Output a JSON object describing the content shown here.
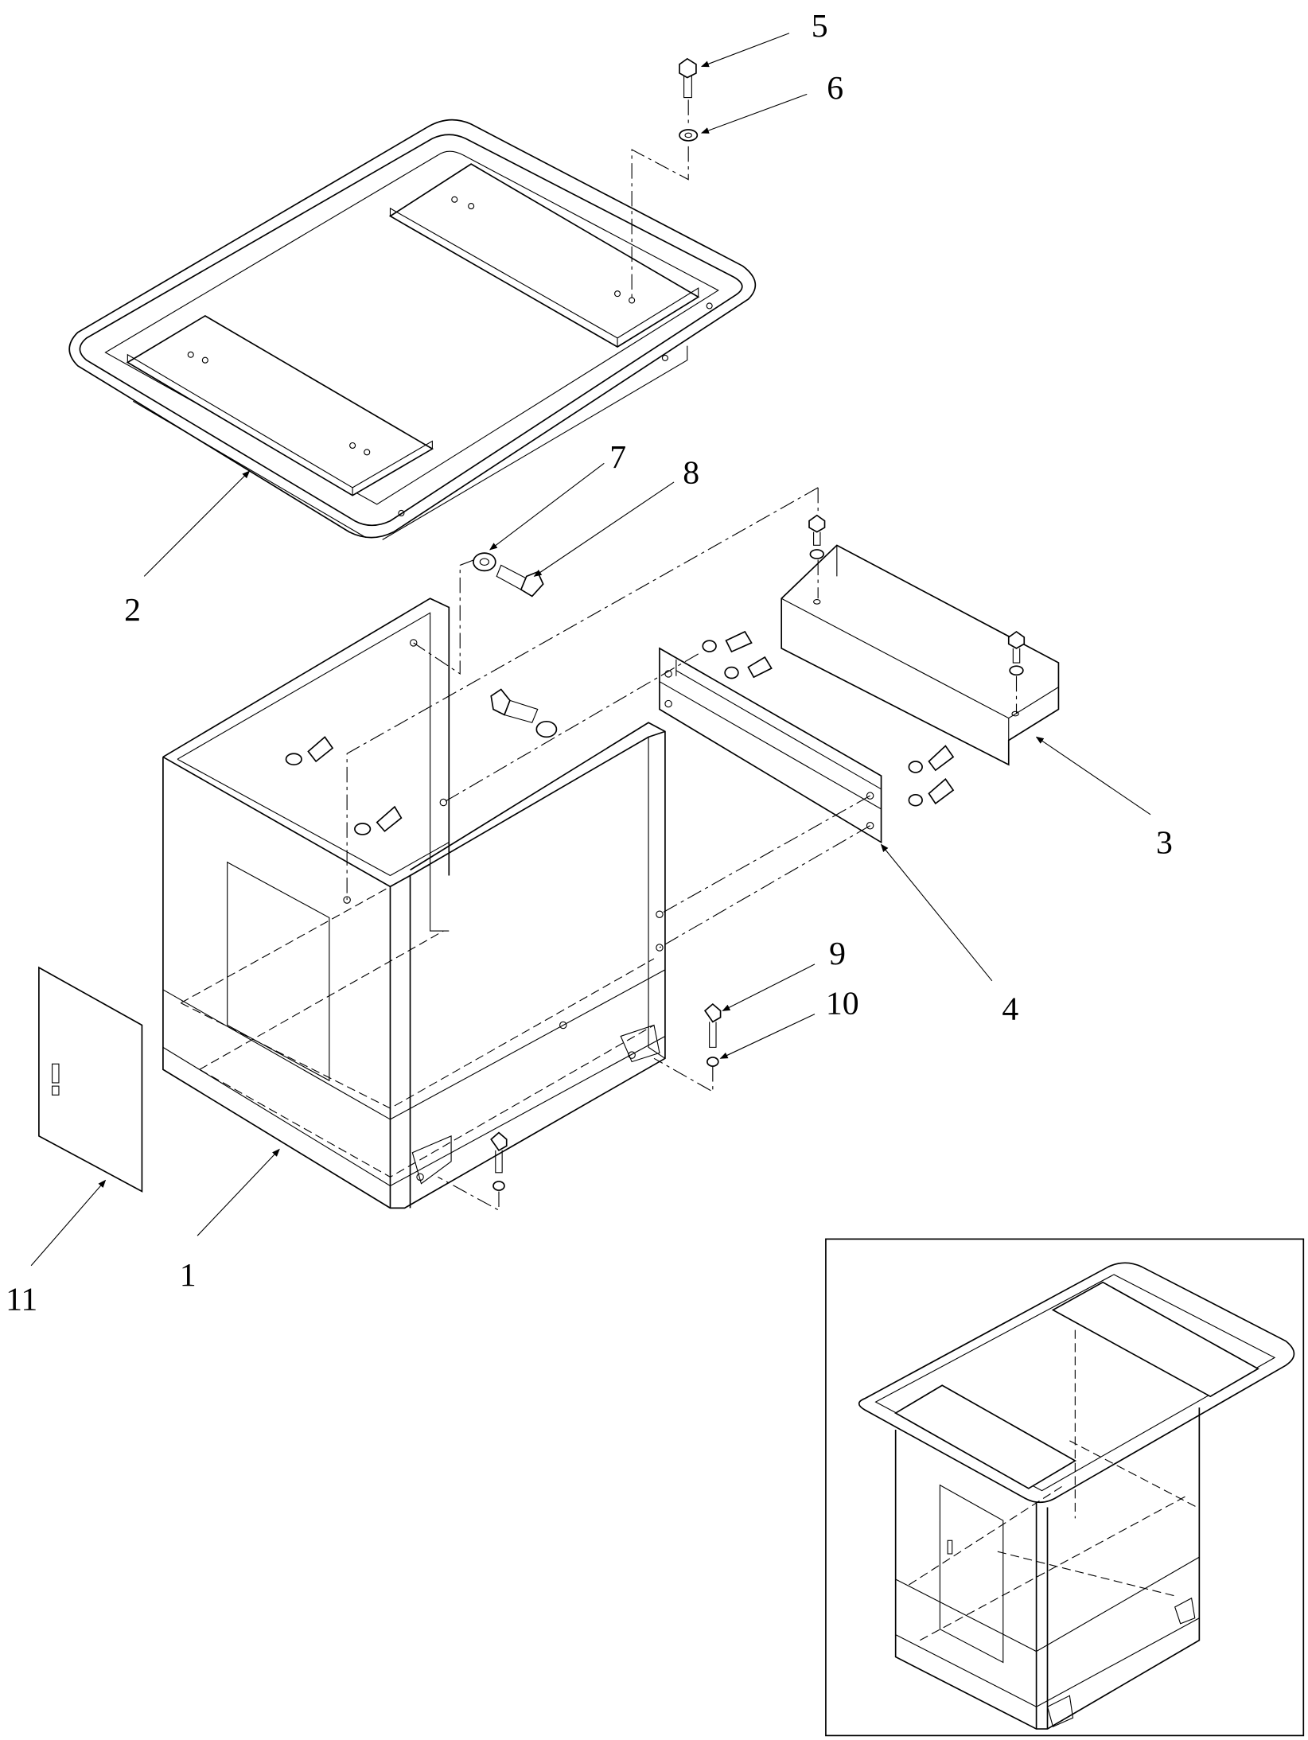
{
  "figure": {
    "labels": {
      "box_body": "1",
      "tray_top": "2",
      "bracket_upper": "3",
      "bracket_side": "4",
      "bolt_top": "5",
      "washer_top": "6",
      "washer_side": "7",
      "bolt_side": "8",
      "bolt_bottom": "9",
      "nut_bottom": "10",
      "door_panel": "11"
    }
  }
}
